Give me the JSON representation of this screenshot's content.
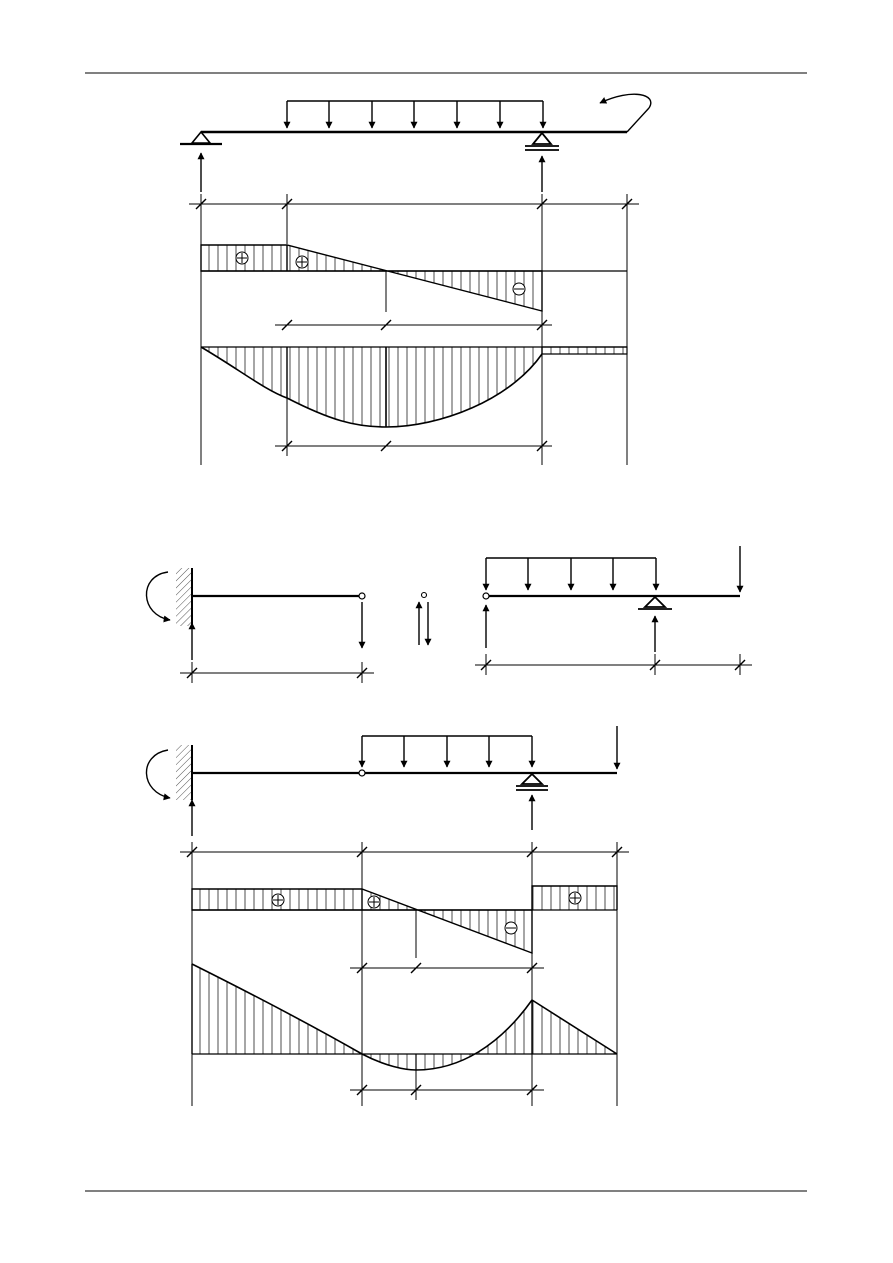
{
  "diagram": {
    "type": "beam-statics",
    "sign_symbols": {
      "plus": "⊕",
      "minus": "⊖"
    },
    "colors": {
      "ink": "#000000",
      "paper": "#ffffff"
    },
    "figures": [
      {
        "id": "simply-supported-overhang",
        "supports": [
          "pin",
          "roller"
        ],
        "loads": [
          "distributed-load",
          "end-moment"
        ],
        "diagrams": [
          "shear",
          "moment"
        ]
      },
      {
        "id": "free-body-split",
        "parts": [
          "cantilever-segment",
          "simply-supported-segment"
        ],
        "connection": "hinge"
      },
      {
        "id": "gerber-beam",
        "supports": [
          "fixed",
          "roller"
        ],
        "loads": [
          "distributed-load",
          "point-load"
        ],
        "diagrams": [
          "shear",
          "moment"
        ]
      }
    ]
  }
}
